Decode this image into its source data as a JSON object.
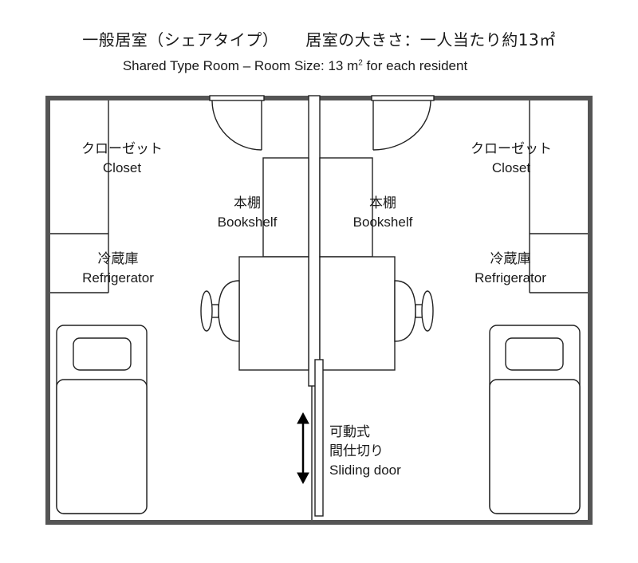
{
  "header": {
    "title_jp_type": "一般居室（シェアタイプ）",
    "title_jp_size": "居室の大きさ：一人当たり約13㎡",
    "title_en_prefix": "Shared Type Room – Room Size: 13 m",
    "title_en_sup": "2",
    "title_en_suffix": " for each resident"
  },
  "labels": {
    "closet_jp": "クローゼット",
    "closet_en": "Closet",
    "fridge_jp": "冷蔵庫",
    "fridge_en": "Refrigerator",
    "bookshelf_jp": "本棚",
    "bookshelf_en": "Bookshelf",
    "partition_jp_1": "可動式",
    "partition_jp_2": "間仕切り",
    "partition_en": "Sliding door"
  },
  "colors": {
    "wall": "#555555",
    "line": "#222222"
  }
}
